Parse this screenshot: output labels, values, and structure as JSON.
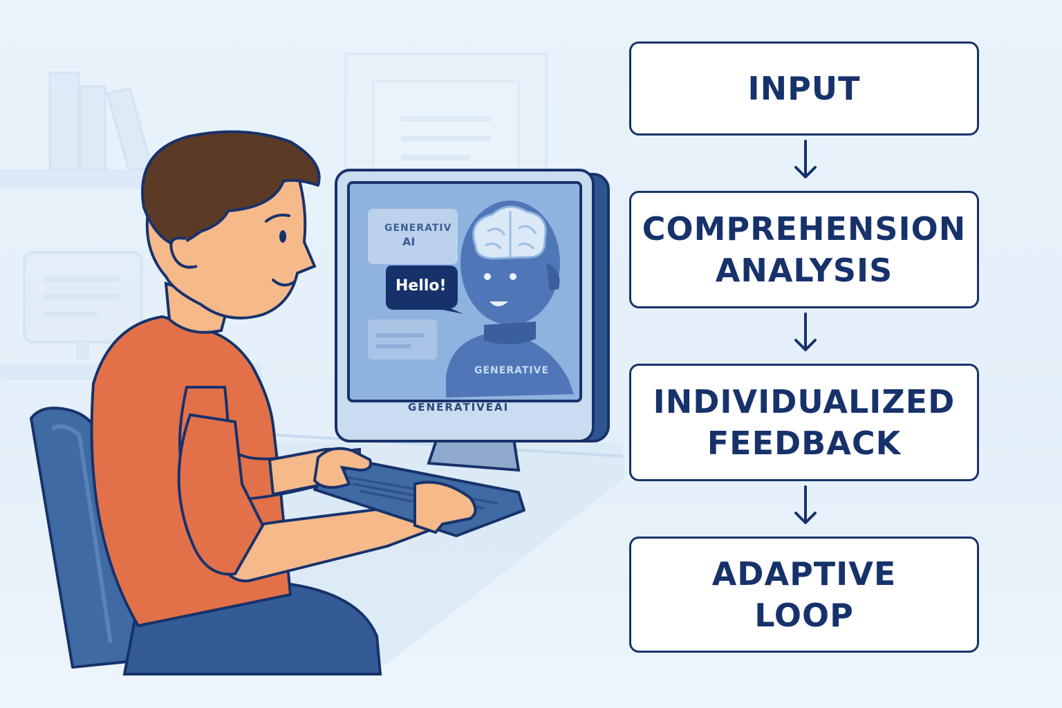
{
  "flow": {
    "steps": [
      {
        "label": "INPUT"
      },
      {
        "label": "COMPREHENSION\nANALYSIS"
      },
      {
        "label": "INDIVIDUALIZED\nFEEDBACK"
      },
      {
        "label": "ADAPTIVE\nLOOP"
      }
    ]
  },
  "monitor": {
    "card_title": "GENERATIV",
    "card_subtitle": "AI",
    "chat_bubble": "Hello!",
    "avatar_label": "GENERATIVE",
    "bezel_brand": "GENERATIVEAI"
  },
  "colors": {
    "navy": "#17326b",
    "shirt": "#e2714a",
    "skin": "#f5b98a",
    "hair": "#5b3a26",
    "screen_blue": "#8fb3df",
    "avatar_blue": "#4f77b8"
  }
}
